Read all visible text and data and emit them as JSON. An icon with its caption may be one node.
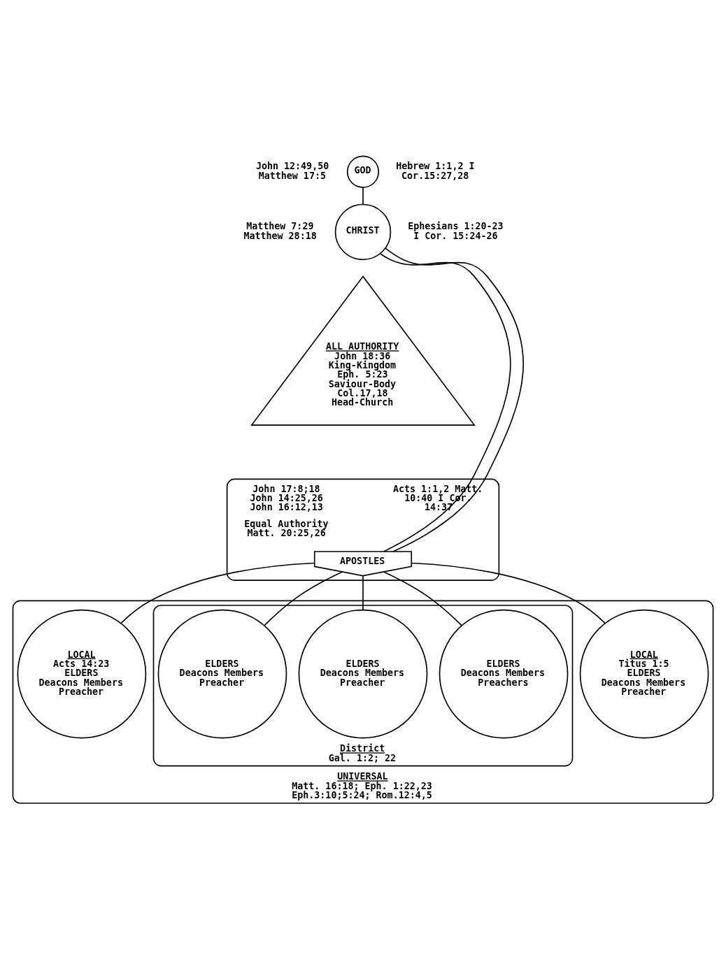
{
  "diagram": {
    "nodes": [
      {
        "text": [
          "GOD"
        ],
        "beside": [
          "John 12:49,50 Matthew 17:5",
          "Hebrew 1:1,2 I Cor.15:27,28"
        ]
      },
      {
        "text": [
          "CHRIST"
        ],
        "beside": [
          "Matthew 7:29 Matthew 28:18",
          "Ephesians 1:20-23 I Cor. 15:24-26"
        ]
      },
      {
        "text": [
          "ALL AUTHORITY",
          "John 18:36 King-Kingdom",
          "Eph. 5:23 Saviour-Body",
          "Col.17,18 Head-Church"
        ]
      },
      {
        "text": [
          "John 17:8;18 John 14:25,26 John 16:12,13",
          "Equal Authority Matt. 20:25,26",
          "Acts 1:1,2 Matt. 10:40 I Cor. 14:37"
        ]
      },
      {
        "text": [
          "APOSTLES"
        ],
        "in": 3
      },
      {
        "text": [
          "UNIVERSAL",
          "Matt. 16:18; Eph. 1:22,23 Eph.3:10;5:24; Rom.12:4,5"
        ]
      },
      {
        "text": [
          "LOCAL",
          "Acts 14:23",
          "ELDERS",
          "Deacons Members Preacher"
        ],
        "in": 5
      },
      {
        "text": [
          "District",
          "Gal. 1:2; 22"
        ],
        "in": 5
      },
      {
        "text": [
          "ELDERS",
          "Deacons Members Preacher"
        ],
        "in": 7
      },
      {
        "text": [
          "ELDERS",
          "Deacons Members Preacher"
        ],
        "in": 7
      },
      {
        "text": [
          "ELDERS",
          "Deacons Members Preachers"
        ],
        "in": 7
      },
      {
        "text": [
          "LOCAL",
          "Titus 1:5",
          "ELDERS",
          "Deacons Members Preacher"
        ],
        "in": 5
      }
    ],
    "edges": [
      {
        "from": 0,
        "to": 1,
        "arrow": "none"
      },
      {
        "from": 1,
        "to": 4,
        "arrow": "none"
      },
      {
        "from": 1,
        "to": 4,
        "arrow": "none"
      },
      {
        "from": 4,
        "to": 6,
        "arrow": "none"
      },
      {
        "from": 4,
        "to": 8,
        "arrow": "none"
      },
      {
        "from": 4,
        "to": 9,
        "arrow": "none"
      },
      {
        "from": 4,
        "to": 10,
        "arrow": "none"
      },
      {
        "from": 4,
        "to": 11,
        "arrow": "none"
      }
    ]
  }
}
